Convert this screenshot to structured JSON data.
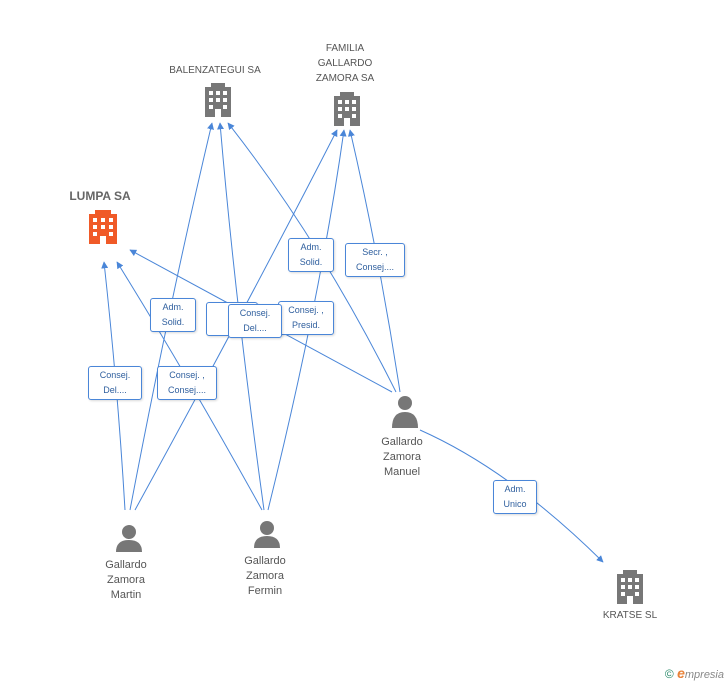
{
  "companies": {
    "balenzategui": {
      "label": "BALENZATEGUI SA"
    },
    "familia": {
      "label_lines": [
        "FAMILIA",
        "GALLARDO",
        "ZAMORA SA"
      ]
    },
    "lumpa": {
      "label": "LUMPA SA"
    },
    "kratse": {
      "label": "KRATSE SL"
    }
  },
  "persons": {
    "manuel": {
      "label_lines": [
        "Gallardo",
        "Zamora",
        "Manuel"
      ]
    },
    "martin": {
      "label_lines": [
        "Gallardo",
        "Zamora",
        "Martin"
      ]
    },
    "fermin": {
      "label_lines": [
        "Gallardo",
        "Zamora",
        "Fermin"
      ]
    }
  },
  "edge_labels": {
    "adm_solid_1": [
      "Adm.",
      "Solid."
    ],
    "adm_solid_2": [
      "Adm.",
      "Solid."
    ],
    "secr_consej": [
      "Secr. ,",
      "Consej...."
    ],
    "consej_presid": [
      "Consej. ,",
      "Presid."
    ],
    "c_c_back": [
      "C",
      "C"
    ],
    "consej_del_front": [
      "Consej.",
      "Del...."
    ],
    "consej_del_left": [
      "Consej.",
      "Del...."
    ],
    "consej_consej": [
      "Consej. ,",
      "Consej...."
    ],
    "adm_unico": [
      "Adm.",
      "Unico"
    ]
  },
  "colors": {
    "edge": "#4a86d8",
    "node_grey": "#777777",
    "node_main": "#f05a28"
  },
  "brand": {
    "symbol": "©",
    "e": "e",
    "rest": "mpresia"
  }
}
